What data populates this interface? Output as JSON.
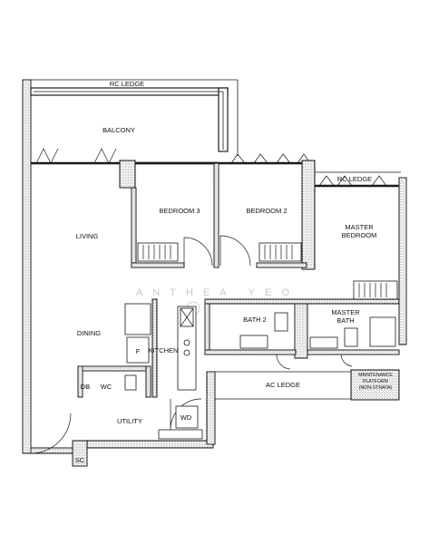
{
  "watermark": "ANTHEA YEO",
  "labels": {
    "rc_ledge_top": "RC LEDGE",
    "balcony": "BALCONY",
    "bedroom3": "BEDROOM 3",
    "bedroom2": "BEDROOM 2",
    "rc_ledge_right": "RC LEDGE",
    "master_bedroom_l1": "MASTER",
    "master_bedroom_l2": "BEDROOM",
    "living": "LIVING",
    "dining": "DINING",
    "bath2": "BATH 2",
    "master_bath_l1": "MASTER",
    "master_bath_l2": "BATH",
    "kitchen": "KITCHEN",
    "fridge": "F",
    "db": "DB",
    "wc": "WC",
    "ac_ledge": "AC LEDGE",
    "maintenance_l1": "MAINTENANCE",
    "maintenance_l2": "PLATFORM",
    "maintenance_l3": "(NON-STRATA)",
    "utility": "UTILITY",
    "wd": "WD",
    "sc": "SC"
  }
}
